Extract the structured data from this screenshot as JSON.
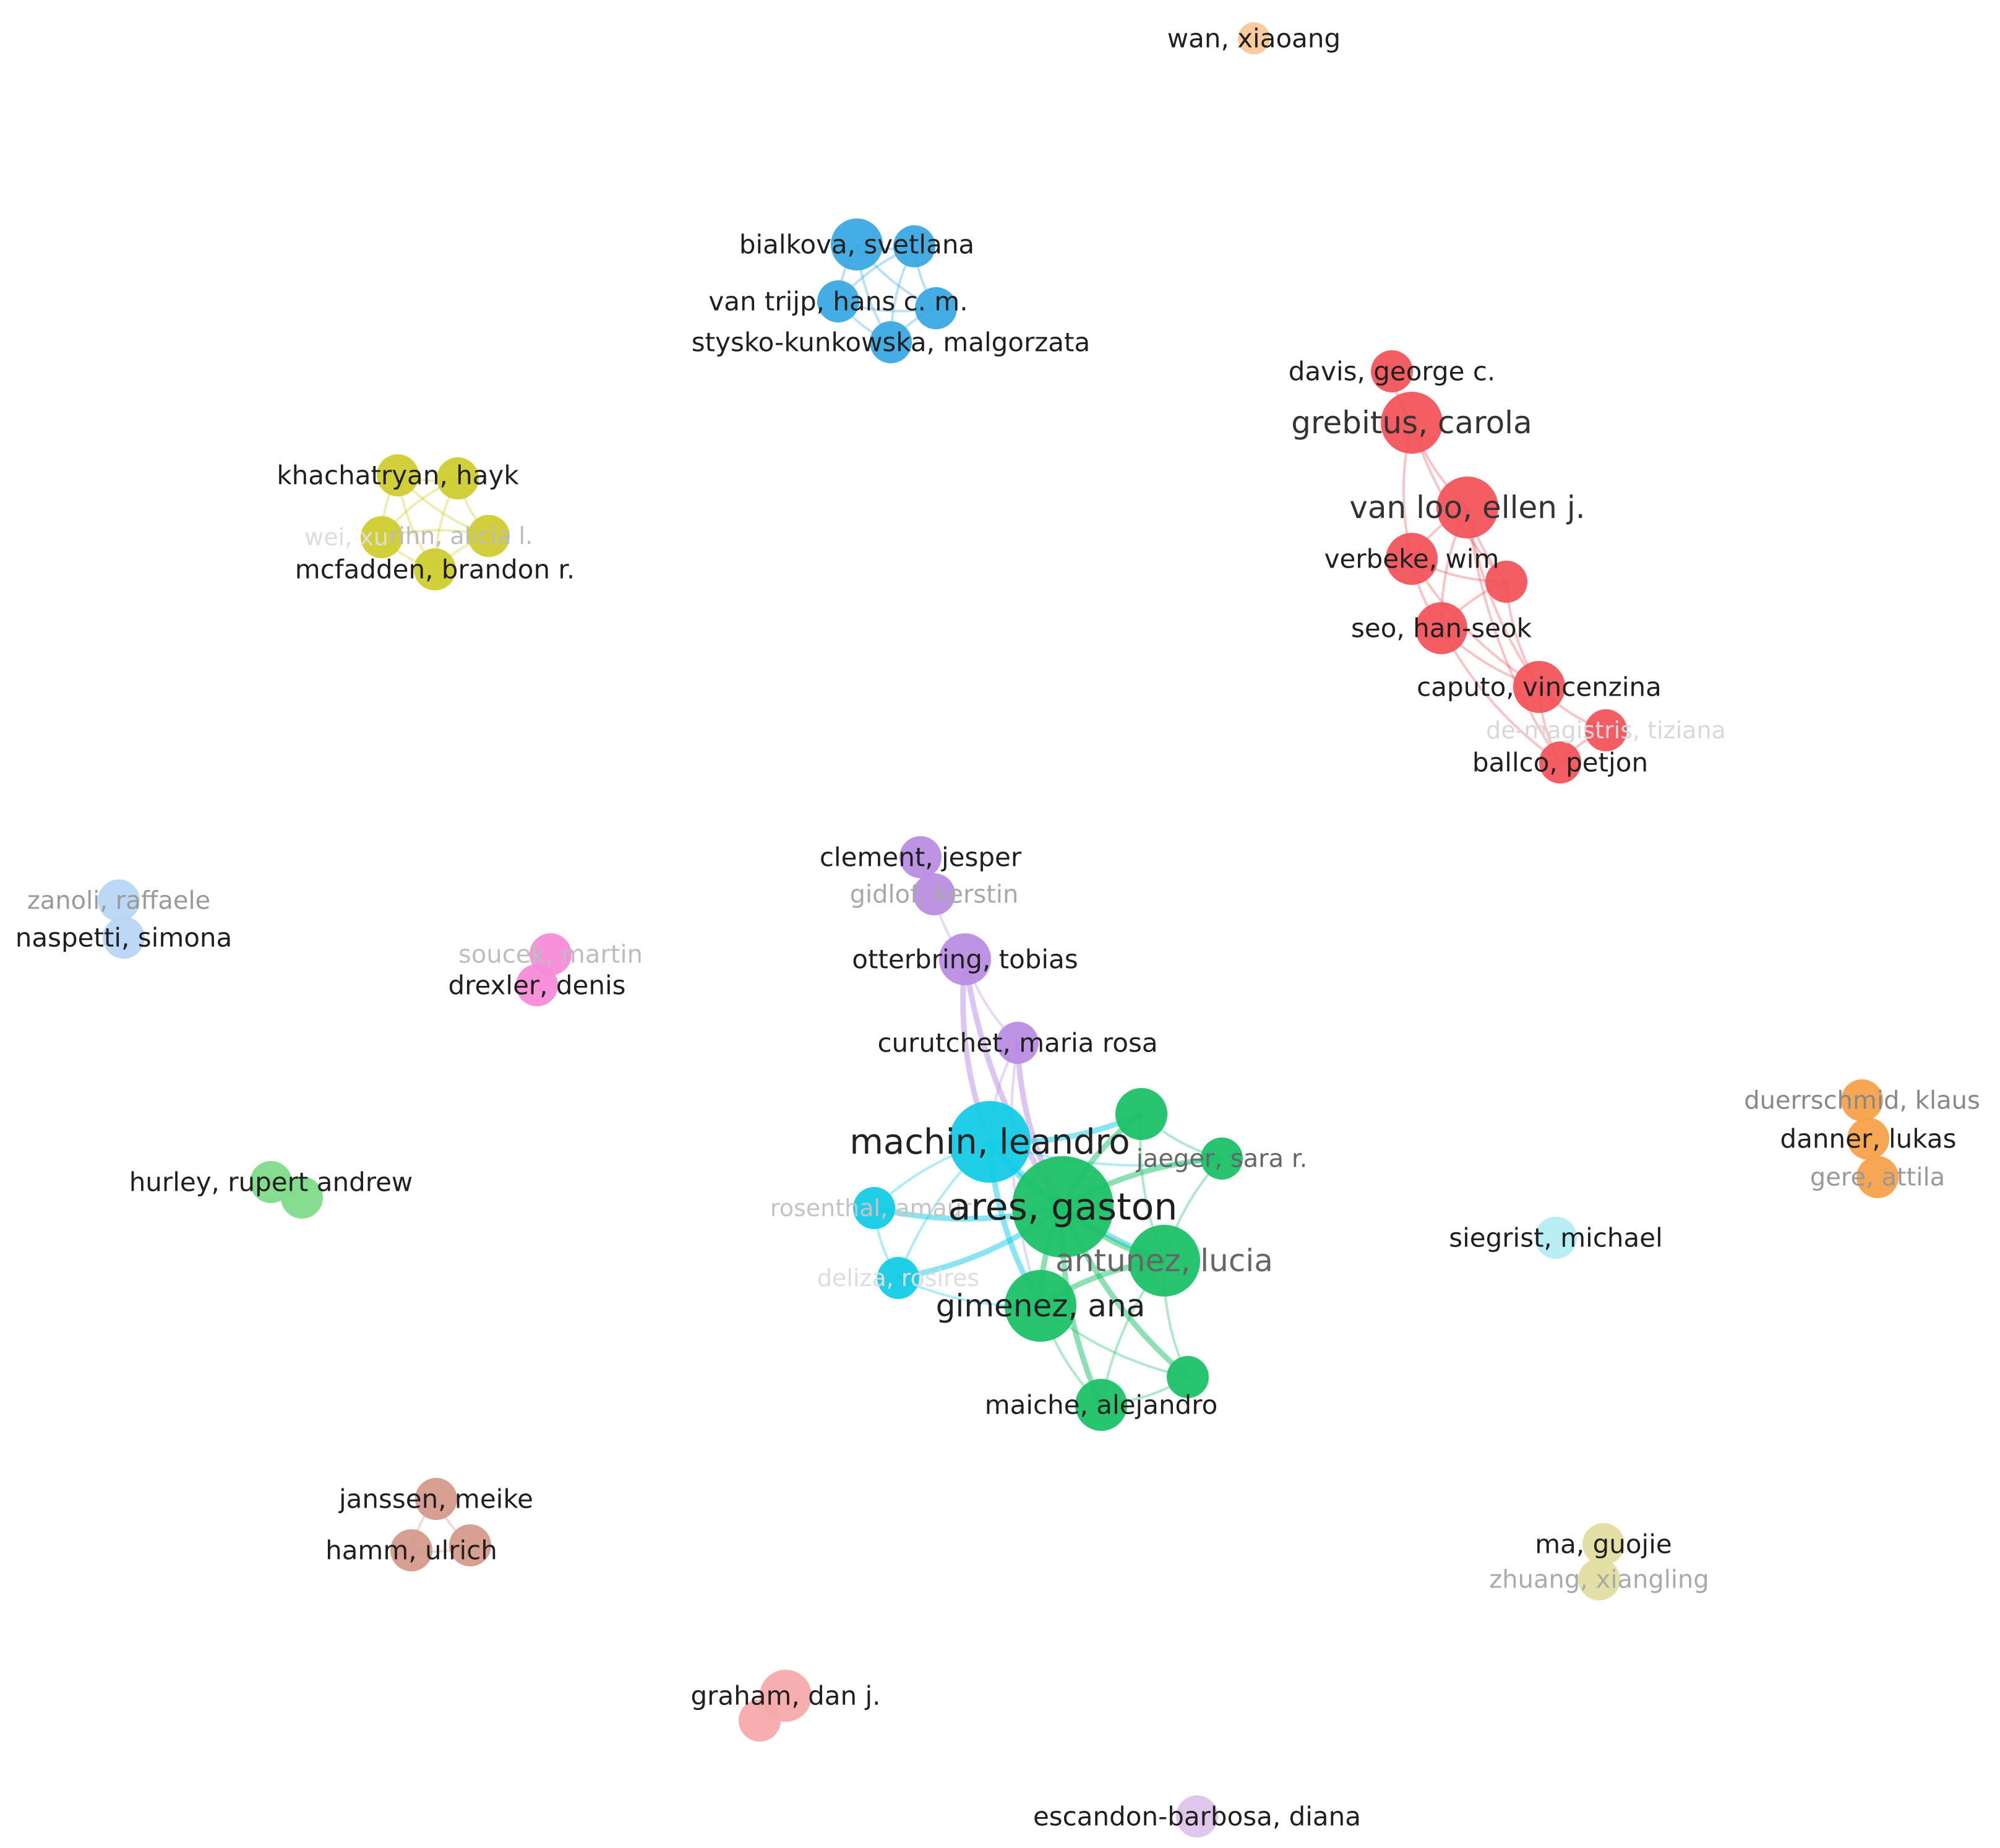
{
  "clusters": {
    "red": "#f2545b",
    "green": "#1cc167",
    "cyan": "#14cbe6",
    "blue": "#3aa9e3",
    "yellow": "#cfcc2f",
    "purple": "#b98de3",
    "orange": "#f7a24a",
    "peach": "#f9c89a",
    "lightblue": "#b8d6f4",
    "pink": "#f58bd8",
    "lightgreen": "#7fdb8a",
    "brown": "#d59a8c",
    "salmon": "#f7aaaa",
    "khaki": "#e3dea0",
    "lavender": "#dcc4ea",
    "paleblue": "#b4ecf2"
  },
  "nodes": [
    {
      "id": "wan",
      "label": "wan, xiaoang",
      "cluster": "peach",
      "weight": 1
    },
    {
      "id": "bialkova",
      "label": "bialkova, svetlana",
      "cluster": "blue",
      "weight": 3
    },
    {
      "id": "blue2",
      "label": "",
      "cluster": "blue",
      "weight": 2
    },
    {
      "id": "vantrijp",
      "label": "van trijp, hans c. m.",
      "cluster": "blue",
      "weight": 2
    },
    {
      "id": "blue4",
      "label": "",
      "cluster": "blue",
      "weight": 2
    },
    {
      "id": "stysko",
      "label": "stysko-kunkowska, malgorzata",
      "cluster": "blue",
      "weight": 2
    },
    {
      "id": "khachatryan",
      "label": "khachatryan, hayk",
      "cluster": "yellow",
      "weight": 2
    },
    {
      "id": "yellow2",
      "label": "",
      "cluster": "yellow",
      "weight": 2
    },
    {
      "id": "rihn",
      "label": "rihn, alicia l.",
      "cluster": "yellow",
      "weight": 2
    },
    {
      "id": "wei",
      "label": "wei, xu",
      "cluster": "yellow",
      "weight": 2
    },
    {
      "id": "mcfadden",
      "label": "mcfadden, brandon r.",
      "cluster": "yellow",
      "weight": 2
    },
    {
      "id": "davis",
      "label": "davis, george c.",
      "cluster": "red",
      "weight": 2
    },
    {
      "id": "grebitus",
      "label": "grebitus, carola",
      "cluster": "red",
      "weight": 4
    },
    {
      "id": "vanloo",
      "label": "van loo, ellen j.",
      "cluster": "red",
      "weight": 4
    },
    {
      "id": "verbeke",
      "label": "verbeke, wim",
      "cluster": "red",
      "weight": 3
    },
    {
      "id": "red5",
      "label": "",
      "cluster": "red",
      "weight": 2
    },
    {
      "id": "seo",
      "label": "seo, han-seok",
      "cluster": "red",
      "weight": 3
    },
    {
      "id": "caputo",
      "label": "caputo, vincenzina",
      "cluster": "red",
      "weight": 3
    },
    {
      "id": "demagistris",
      "label": "de-magistris, tiziana",
      "cluster": "red",
      "weight": 2
    },
    {
      "id": "ballco",
      "label": "ballco, petjon",
      "cluster": "red",
      "weight": 2
    },
    {
      "id": "clement",
      "label": "clement, jesper",
      "cluster": "purple",
      "weight": 2
    },
    {
      "id": "gidlof",
      "label": "gidlof, kerstin",
      "cluster": "purple",
      "weight": 2
    },
    {
      "id": "otterbring",
      "label": "otterbring, tobias",
      "cluster": "purple",
      "weight": 3
    },
    {
      "id": "curutchet",
      "label": "curutchet, maria rosa",
      "cluster": "purple",
      "weight": 2
    },
    {
      "id": "zanoli",
      "label": "zanoli, raffaele",
      "cluster": "lightblue",
      "weight": 2
    },
    {
      "id": "naspetti",
      "label": "naspetti, simona",
      "cluster": "lightblue",
      "weight": 2
    },
    {
      "id": "soucek",
      "label": "soucek, martin",
      "cluster": "pink",
      "weight": 2
    },
    {
      "id": "drexler",
      "label": "drexler, denis",
      "cluster": "pink",
      "weight": 2
    },
    {
      "id": "machin",
      "label": "machin, leandro",
      "cluster": "cyan",
      "weight": 6
    },
    {
      "id": "rosenthal",
      "label": "rosenthal, amauri",
      "cluster": "cyan",
      "weight": 2
    },
    {
      "id": "deliza",
      "label": "deliza, rosires",
      "cluster": "cyan",
      "weight": 2
    },
    {
      "id": "green1",
      "label": "",
      "cluster": "green",
      "weight": 3
    },
    {
      "id": "jaeger",
      "label": "jaeger, sara r.",
      "cluster": "green",
      "weight": 2
    },
    {
      "id": "ares",
      "label": "ares, gaston",
      "cluster": "green",
      "weight": 8
    },
    {
      "id": "antunez",
      "label": "antunez, lucia",
      "cluster": "green",
      "weight": 5
    },
    {
      "id": "gimenez",
      "label": "gimenez, ana",
      "cluster": "green",
      "weight": 5
    },
    {
      "id": "green6",
      "label": "",
      "cluster": "green",
      "weight": 2
    },
    {
      "id": "maiche",
      "label": "maiche, alejandro",
      "cluster": "green",
      "weight": 3
    },
    {
      "id": "hurley",
      "label": "hurley, rupert andrew",
      "cluster": "lightgreen",
      "weight": 2
    },
    {
      "id": "lightgreen2",
      "label": "",
      "cluster": "lightgreen",
      "weight": 2
    },
    {
      "id": "duerrschmid",
      "label": "duerrschmid, klaus",
      "cluster": "orange",
      "weight": 2
    },
    {
      "id": "danner",
      "label": "danner, lukas",
      "cluster": "orange",
      "weight": 2
    },
    {
      "id": "gere",
      "label": "gere, attila",
      "cluster": "orange",
      "weight": 2
    },
    {
      "id": "siegrist",
      "label": "siegrist, michael",
      "cluster": "paleblue",
      "weight": 2
    },
    {
      "id": "janssen",
      "label": "janssen, meike",
      "cluster": "brown",
      "weight": 2
    },
    {
      "id": "hamm",
      "label": "hamm, ulrich",
      "cluster": "brown",
      "weight": 2
    },
    {
      "id": "brown3",
      "label": "",
      "cluster": "brown",
      "weight": 2
    },
    {
      "id": "ma",
      "label": "ma, guojie",
      "cluster": "khaki",
      "weight": 2
    },
    {
      "id": "zhuang",
      "label": "zhuang, xiangling",
      "cluster": "khaki",
      "weight": 2
    },
    {
      "id": "graham",
      "label": "graham, dan j.",
      "cluster": "salmon",
      "weight": 3
    },
    {
      "id": "salmon2",
      "label": "",
      "cluster": "salmon",
      "weight": 2
    },
    {
      "id": "escandon",
      "label": "escandon-barbosa, diana",
      "cluster": "lavender",
      "weight": 2
    }
  ],
  "links": [
    [
      "bialkova",
      "blue2"
    ],
    [
      "bialkova",
      "vantrijp"
    ],
    [
      "bialkova",
      "blue4"
    ],
    [
      "bialkova",
      "stysko"
    ],
    [
      "blue2",
      "vantrijp"
    ],
    [
      "blue2",
      "blue4"
    ],
    [
      "blue2",
      "stysko"
    ],
    [
      "vantrijp",
      "blue4"
    ],
    [
      "vantrijp",
      "stysko"
    ],
    [
      "blue4",
      "stysko"
    ],
    [
      "khachatryan",
      "yellow2"
    ],
    [
      "khachatryan",
      "rihn"
    ],
    [
      "khachatryan",
      "wei"
    ],
    [
      "khachatryan",
      "mcfadden"
    ],
    [
      "yellow2",
      "rihn"
    ],
    [
      "yellow2",
      "wei"
    ],
    [
      "yellow2",
      "mcfadden"
    ],
    [
      "rihn",
      "wei"
    ],
    [
      "rihn",
      "mcfadden"
    ],
    [
      "wei",
      "mcfadden"
    ],
    [
      "davis",
      "grebitus"
    ],
    [
      "grebitus",
      "vanloo"
    ],
    [
      "grebitus",
      "verbeke"
    ],
    [
      "grebitus",
      "red5"
    ],
    [
      "vanloo",
      "verbeke"
    ],
    [
      "vanloo",
      "red5"
    ],
    [
      "vanloo",
      "seo"
    ],
    [
      "vanloo",
      "caputo"
    ],
    [
      "verbeke",
      "red5"
    ],
    [
      "verbeke",
      "seo"
    ],
    [
      "verbeke",
      "caputo"
    ],
    [
      "red5",
      "seo"
    ],
    [
      "red5",
      "caputo"
    ],
    [
      "seo",
      "caputo"
    ],
    [
      "caputo",
      "demagistris"
    ],
    [
      "caputo",
      "ballco"
    ],
    [
      "demagistris",
      "ballco"
    ],
    [
      "vanloo",
      "ballco"
    ],
    [
      "seo",
      "ballco"
    ],
    [
      "clement",
      "gidlof"
    ],
    [
      "gidlof",
      "otterbring"
    ],
    [
      "otterbring",
      "curutchet"
    ],
    [
      "otterbring",
      "machin"
    ],
    [
      "otterbring",
      "ares"
    ],
    [
      "curutchet",
      "machin"
    ],
    [
      "curutchet",
      "ares"
    ],
    [
      "curutchet",
      "gimenez"
    ],
    [
      "zanoli",
      "naspetti"
    ],
    [
      "soucek",
      "drexler"
    ],
    [
      "machin",
      "rosenthal"
    ],
    [
      "machin",
      "deliza"
    ],
    [
      "machin",
      "ares"
    ],
    [
      "machin",
      "antunez"
    ],
    [
      "machin",
      "gimenez"
    ],
    [
      "machin",
      "green1"
    ],
    [
      "machin",
      "jaeger"
    ],
    [
      "rosenthal",
      "ares"
    ],
    [
      "rosenthal",
      "deliza"
    ],
    [
      "deliza",
      "ares"
    ],
    [
      "deliza",
      "gimenez"
    ],
    [
      "green1",
      "ares"
    ],
    [
      "green1",
      "antunez"
    ],
    [
      "green1",
      "jaeger"
    ],
    [
      "jaeger",
      "ares"
    ],
    [
      "jaeger",
      "antunez"
    ],
    [
      "ares",
      "antunez"
    ],
    [
      "ares",
      "gimenez"
    ],
    [
      "ares",
      "maiche"
    ],
    [
      "ares",
      "green6"
    ],
    [
      "antunez",
      "gimenez"
    ],
    [
      "antunez",
      "maiche"
    ],
    [
      "antunez",
      "green6"
    ],
    [
      "gimenez",
      "maiche"
    ],
    [
      "gimenez",
      "green6"
    ],
    [
      "maiche",
      "green6"
    ],
    [
      "hurley",
      "lightgreen2"
    ],
    [
      "duerrschmid",
      "danner"
    ],
    [
      "danner",
      "gere"
    ],
    [
      "janssen",
      "hamm"
    ],
    [
      "janssen",
      "brown3"
    ],
    [
      "hamm",
      "brown3"
    ],
    [
      "ma",
      "zhuang"
    ],
    [
      "graham",
      "salmon2"
    ]
  ]
}
